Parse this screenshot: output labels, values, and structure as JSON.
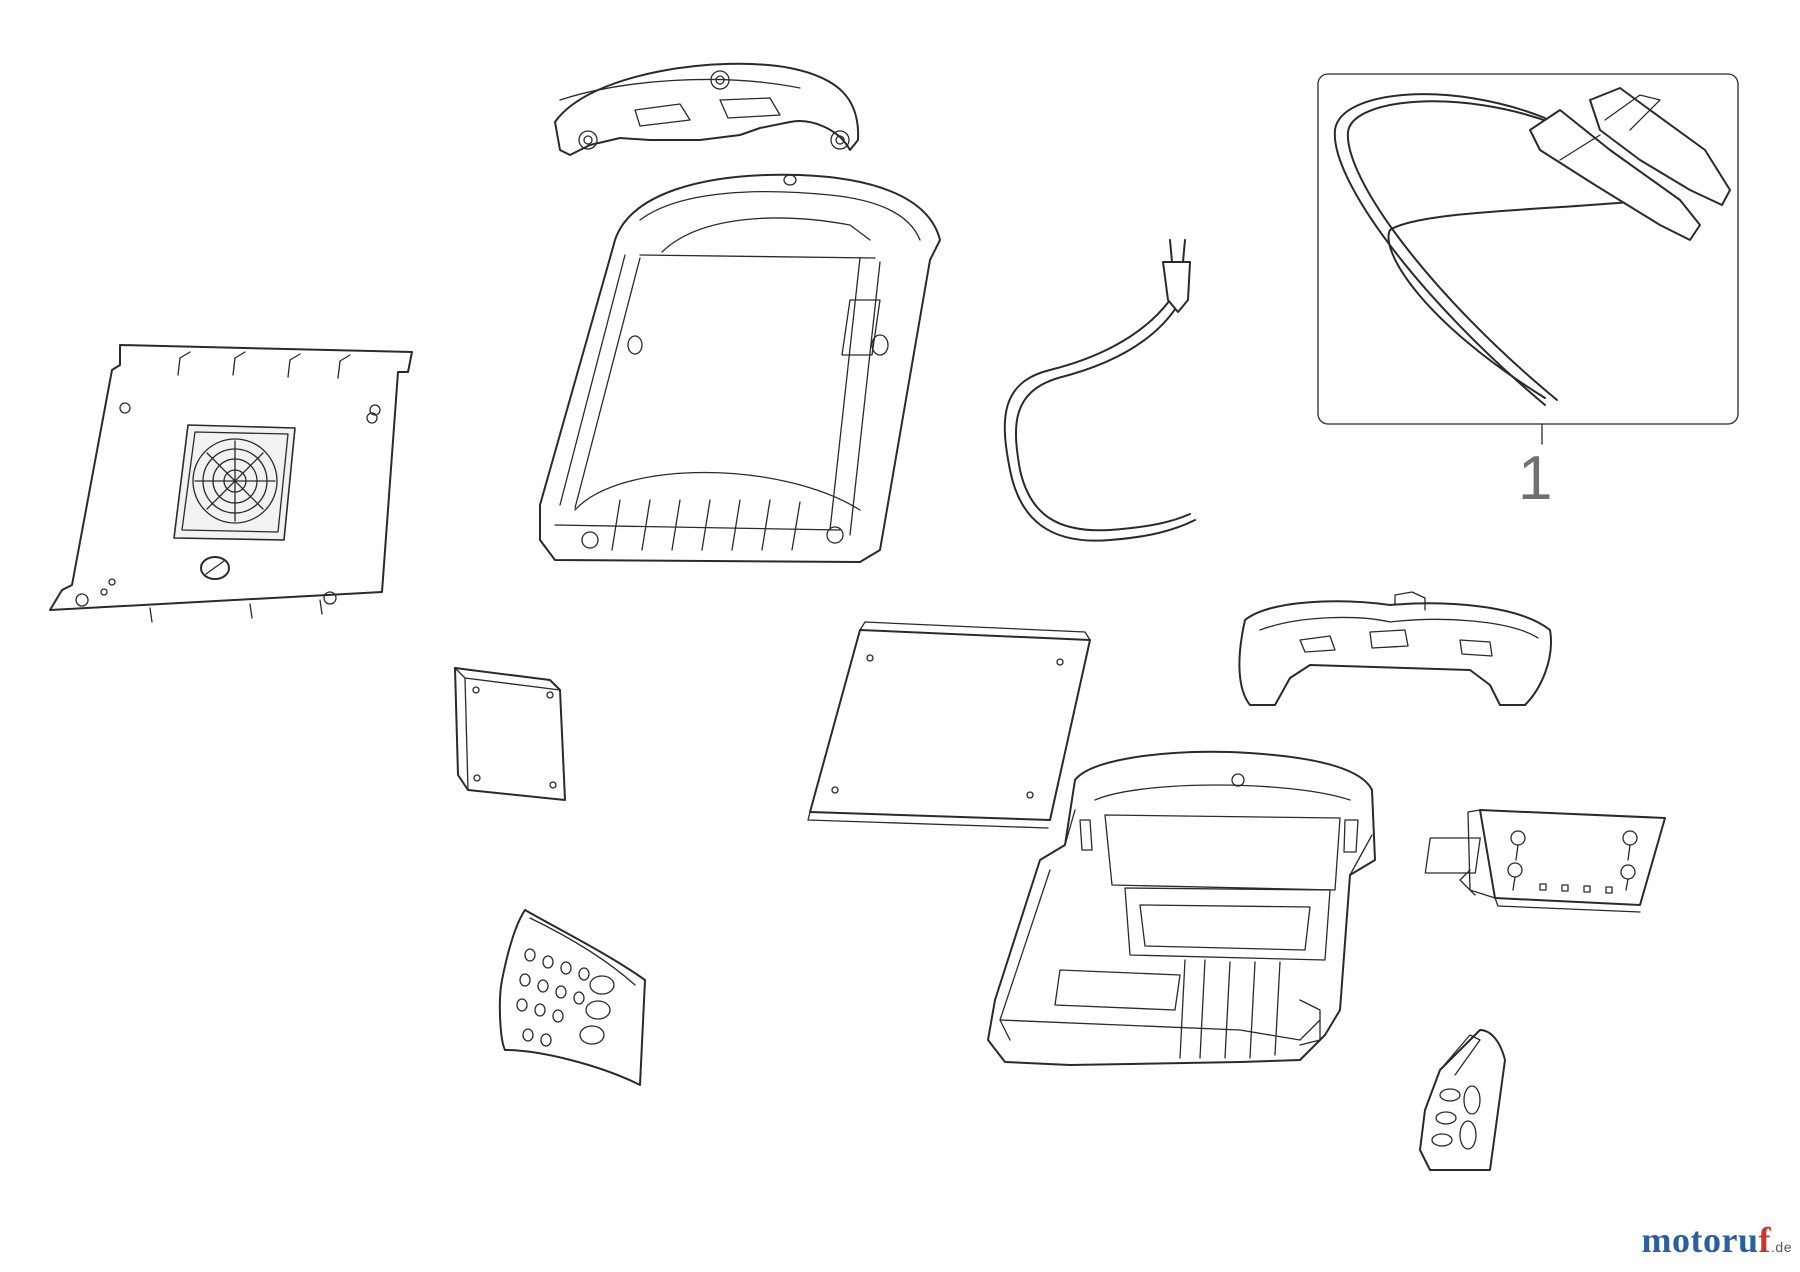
{
  "diagram": {
    "callouts": [
      {
        "label": "1",
        "part": "battery-clamp-cables"
      }
    ],
    "parts": [
      "base-plate-with-fan",
      "top-handle-cap",
      "rear-housing-shell",
      "mains-power-cord",
      "battery-clamp-cables",
      "capacitor-block",
      "circuit-board",
      "front-handle-cap",
      "front-housing-shell",
      "control-panel",
      "vent-cover",
      "side-grip-insert"
    ]
  },
  "watermark": {
    "main": "motoru",
    "accent": "f",
    "tld": ".de",
    "colors": {
      "main": "#2d5f9e",
      "accent": "#c53a2b"
    }
  }
}
